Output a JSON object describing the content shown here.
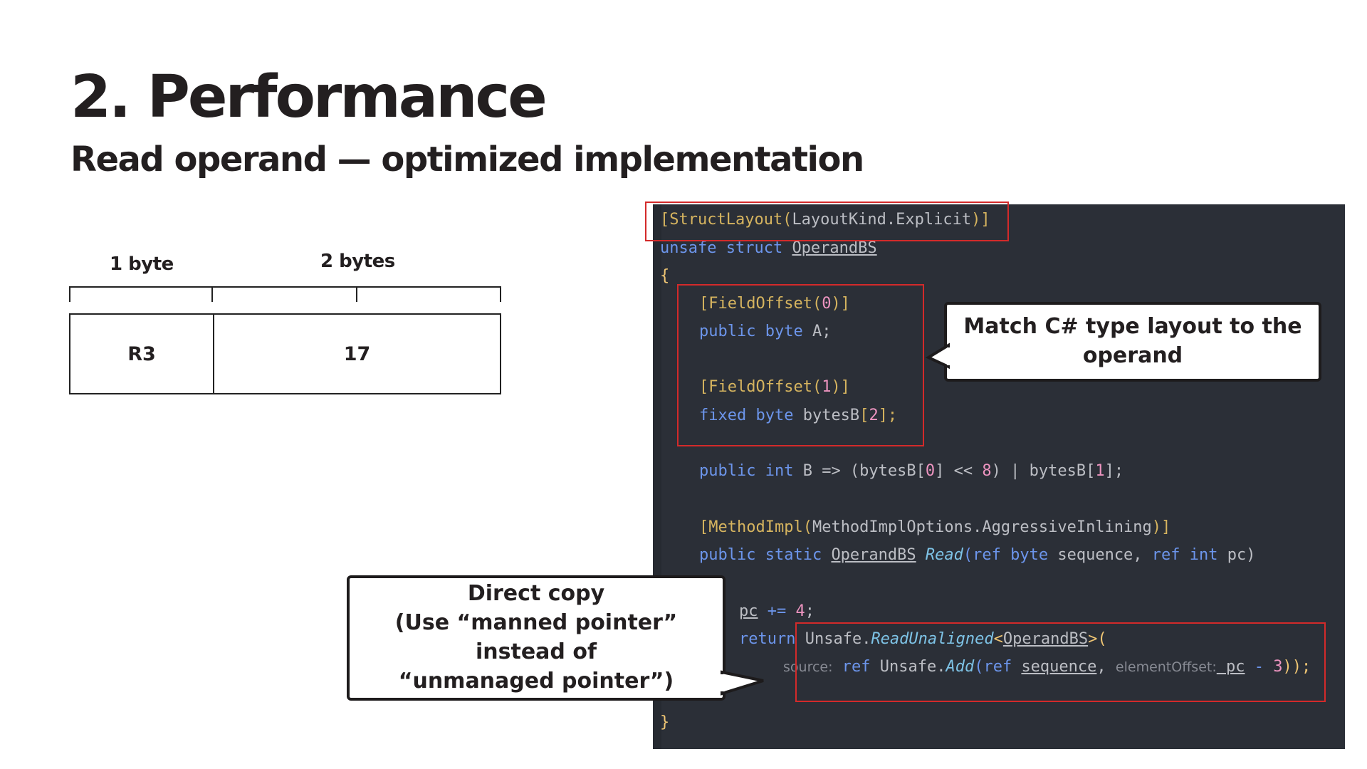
{
  "slide": {
    "title": "2. Performance",
    "subtitle": "Read operand — optimized implementation"
  },
  "layout_diagram": {
    "label_1": "1 byte",
    "label_2": "2 bytes",
    "cell_1": "R3",
    "cell_2": "17"
  },
  "code": {
    "l1": {
      "a": "[StructLayout(",
      "b": "LayoutKind",
      "c": ".Explicit",
      "d": ")]"
    },
    "l2": {
      "a": "unsafe struct ",
      "b": "OperandBS"
    },
    "l3": {
      "a": "{"
    },
    "l4": {
      "a": "[FieldOffset(",
      "b": "0",
      "c": ")]"
    },
    "l5": {
      "a": "public byte ",
      "b": "A;"
    },
    "l6": {
      "a": "[FieldOffset(",
      "b": "1",
      "c": ")]"
    },
    "l7": {
      "a": "fixed byte ",
      "b": "bytesB",
      "c": "[",
      "d": "2",
      "e": "];"
    },
    "l8": {
      "a": "public int ",
      "b": "B => (bytesB[",
      "c": "0",
      "d": "] << ",
      "e": "8",
      "f": ") | bytesB[",
      "g": "1",
      "h": "];"
    },
    "l9": {
      "a": "[MethodImpl(",
      "b": "MethodImplOptions",
      "c": ".AggressiveInlining",
      "d": ")]"
    },
    "l10": {
      "a": "public static ",
      "b": "OperandBS",
      "c": " Read",
      "d": "(ref byte ",
      "e": "sequence, ",
      "f": "ref int ",
      "g": "pc)"
    },
    "l11": {
      "a": "pc",
      "b": " += ",
      "c": "4",
      "d": ";"
    },
    "l12": {
      "a": "return ",
      "b": "Unsafe.",
      "c": "ReadUnaligned",
      "d": "<",
      "e": "OperandBS",
      ">f": ">(",
      "f": ">("
    },
    "l13": {
      "hint1": "source:",
      "a": " ref ",
      "b": "Unsafe.",
      "c": "Add",
      "d": "(ref ",
      "e": "sequence",
      ",": ",",
      "f": ", ",
      "hint2": "elementOffset:",
      "g": " pc",
      "h": " - ",
      "i": "3",
      "j": "));"
    },
    "l14": {
      "a": "}"
    }
  },
  "callouts": {
    "match": "Match C# type layout to the operand",
    "direct_line1": "Direct copy",
    "direct_line2": "(Use “manned pointer” instead of",
    "direct_line3": "“unmanaged pointer”)"
  },
  "colors": {
    "code_bg": "#2b2f37",
    "highlight_box": "#d32a2a",
    "keyword": "#6c95eb",
    "attribute": "#d6b45f",
    "number": "#ed94c0"
  }
}
